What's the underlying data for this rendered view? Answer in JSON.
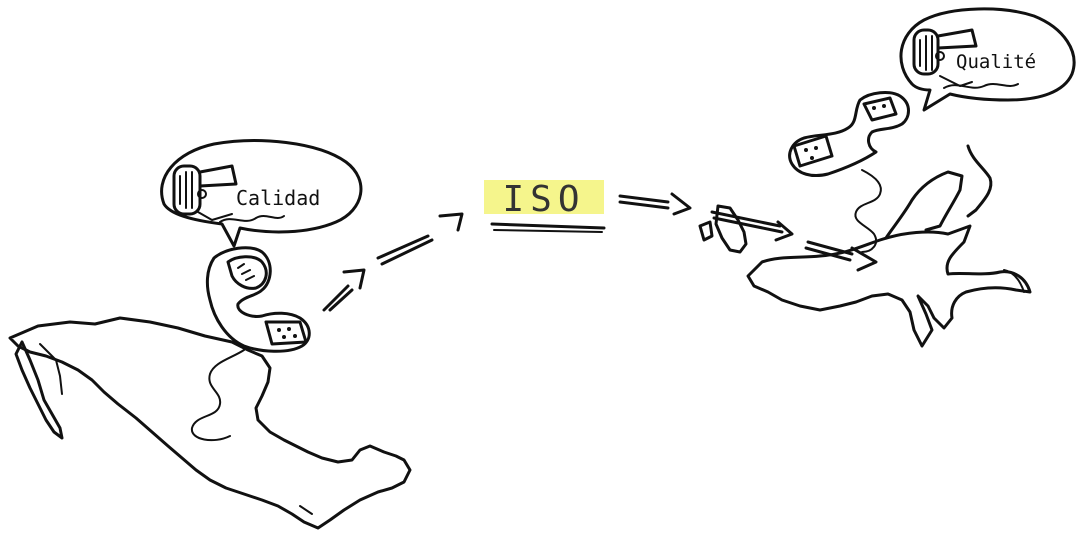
{
  "labels": {
    "center": "ISO",
    "left_speech": "Calidad",
    "right_speech": "Qualité"
  },
  "colors": {
    "ink": "#111111",
    "highlight": "#f5f58c",
    "background": "#ffffff"
  },
  "icons": {
    "left_speaker": "hair-dryer-icon",
    "right_speaker": "hair-dryer-icon",
    "left_device": "telephone-handset-icon",
    "right_device": "telephone-handset-icon"
  }
}
